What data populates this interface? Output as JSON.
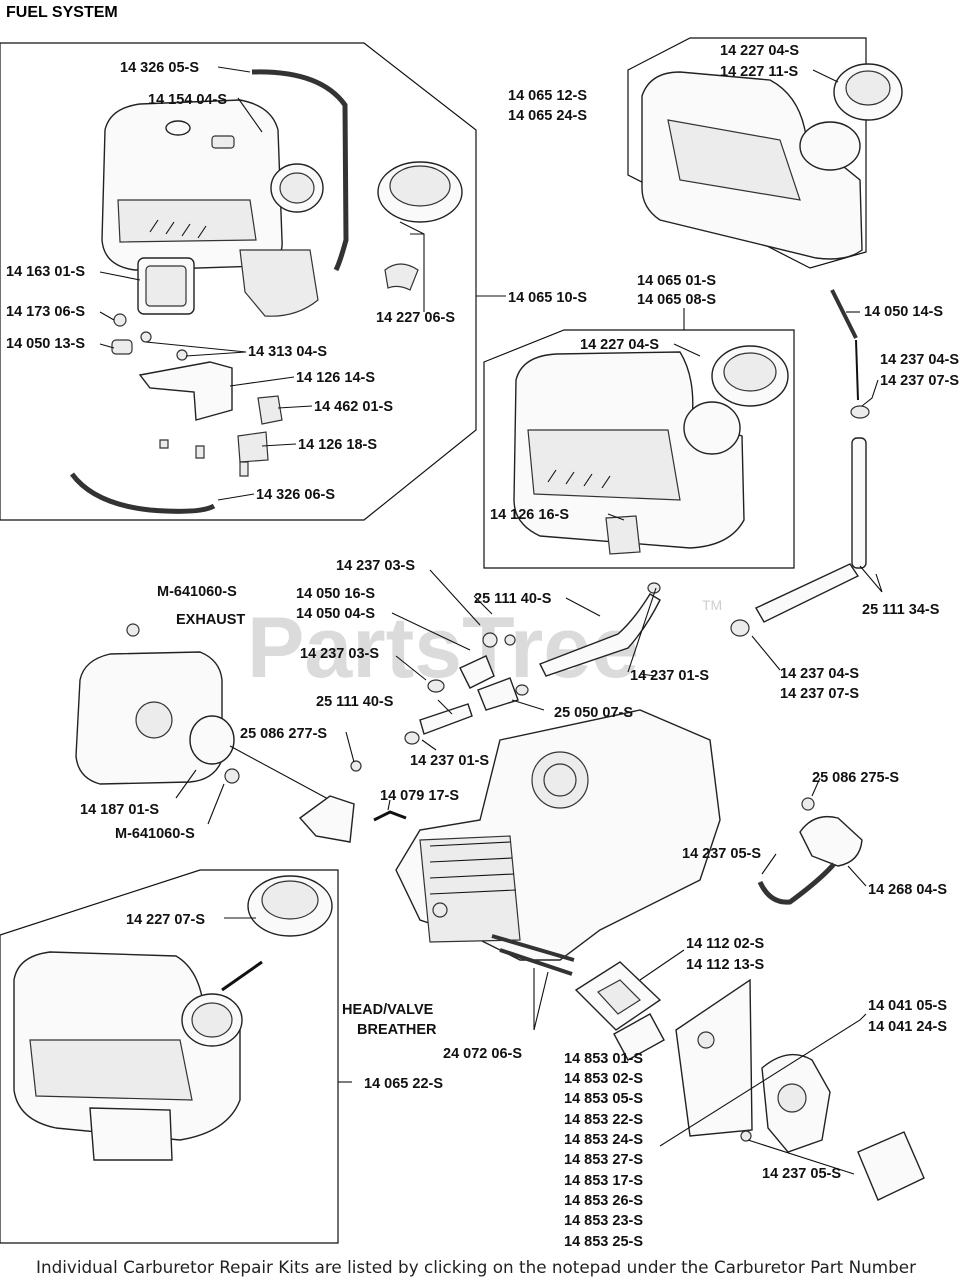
{
  "title": "FUEL SYSTEM",
  "footer_note": "Individual Carburetor Repair Kits are listed by clicking on the notepad under the Carburetor Part Number",
  "watermark": "PartsTree",
  "watermark_tm": "TM",
  "labels": {
    "fuel_line_top": "14 326 05-S",
    "clip_top": "14 154 04-S",
    "tank_kit_a": "14 065 12-S",
    "tank_kit_b": "14 065 24-S",
    "cap_a": "14 227 04-S",
    "cap_b": "14 227 11-S",
    "filter_canister": "14 163 01-S",
    "grommet": "14 173 06-S",
    "fitting": "14 050 13-S",
    "retainer": "14 313 04-S",
    "bracket_a": "14 126 14-S",
    "clip_b": "14 462 01-S",
    "bracket_b": "14 126 18-S",
    "fuel_line_bottom": "14 326 06-S",
    "cap_left": "14 227 06-S",
    "tank_assembly": "14 065 10-S",
    "tank_mid_a": "14 065 01-S",
    "tank_mid_b": "14 065 08-S",
    "cap_mid": "14 227 04-S",
    "bracket_mid": "14 126 16-S",
    "shutoff": "14 050 14-S",
    "clamp_right_a": "14 237 04-S",
    "clamp_right_b": "14 237 07-S",
    "clamp_filter_top": "14 237 03-S",
    "hose_filter": "25 111 40-S",
    "nut_a": "M-641060-S",
    "exhaust": "EXHAUST",
    "filter_a": "14 050 16-S",
    "filter_b": "14 050 04-S",
    "clamp_filter_mid": "14 237 03-S",
    "clamp_filter_right": "14 237 01-S",
    "hose_right": "25 111 34-S",
    "hose_filter_low": "25 111 40-S",
    "fuel_filter": "25 050 07-S",
    "clamp_right2_a": "14 237 04-S",
    "clamp_right2_b": "14 237 07-S",
    "screw_a": "25 086 277-S",
    "clamp_low": "14 237 01-S",
    "link": "14 079 17-S",
    "pump_bracket": "14 187 01-S",
    "nut_b": "M-641060-S",
    "screw_b": "25 086 275-S",
    "clamp_pump": "14 237 05-S",
    "fuel_pump": "14 268 04-S",
    "cap_bottom": "14 227 07-S",
    "gasket_a": "14 112 02-S",
    "gasket_b": "14 112 13-S",
    "head_valve_1": "HEAD/VALVE",
    "head_valve_2": "BREATHER",
    "stud": "24 072 06-S",
    "carb_a": "14 041 05-S",
    "carb_b": "14 041 24-S",
    "tank_bottom": "14 065 22-S",
    "clamp_carb": "14 237 05-S"
  },
  "carburetor_parts": [
    "14 853 01-S",
    "14 853 02-S",
    "14 853 05-S",
    "14 853 22-S",
    "14 853 24-S",
    "14 853 27-S",
    "14 853 17-S",
    "14 853 26-S",
    "14 853 23-S",
    "14 853 25-S"
  ]
}
